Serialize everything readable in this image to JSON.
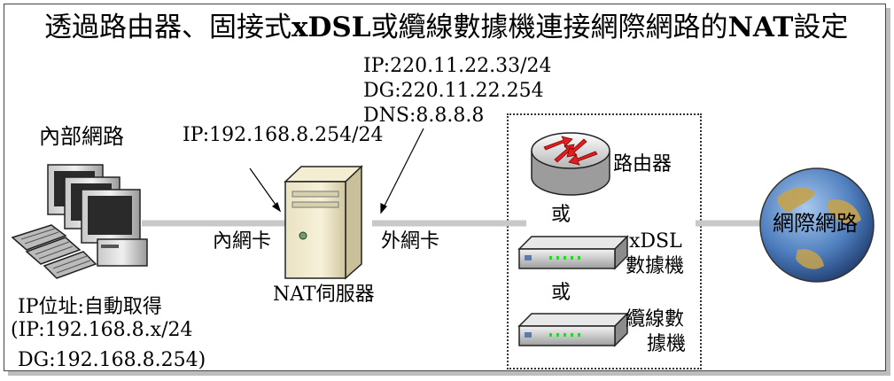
{
  "title": {
    "part1": "透過路由器、固接式",
    "part2": "xDSL",
    "part3": "或纜線數據機連接網際網路的",
    "part4": "NAT",
    "part5": "設定"
  },
  "internal_network": {
    "label": "內部網路",
    "ip_line1": "IP位址:自動取得",
    "ip_line2": "(IP:192.168.8.x/24",
    "dg_line": "DG:192.168.8.254)"
  },
  "nat_server": {
    "label": "NAT伺服器",
    "inner_nic": "內網卡",
    "outer_nic": "外網卡",
    "inner_ip": "IP:192.168.8.254/24",
    "outer_ip": "IP:220.11.22.33/24",
    "outer_dg": "DG:220.11.22.254",
    "outer_dns": "DNS:8.8.8.8"
  },
  "devices": {
    "router": "路由器",
    "or1": "或",
    "xdsl_line1": "xDSL",
    "xdsl_line2": "數據機",
    "or2": "或",
    "cable_line1": "纜線數",
    "cable_line2": "據機"
  },
  "internet": {
    "label": "網際網路"
  }
}
